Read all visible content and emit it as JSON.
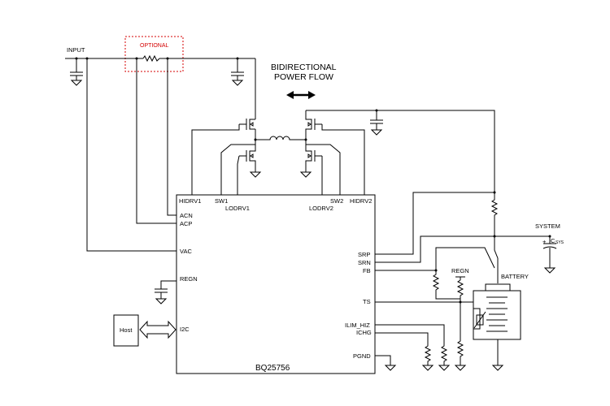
{
  "labels": {
    "input": "INPUT",
    "optional": "OPTIONAL",
    "power_flow_line1": "BIDIRECTIONAL",
    "power_flow_line2": "POWER FLOW",
    "system": "SYSTEM",
    "csys": "C",
    "csys_sub": "SYS",
    "battery": "BATTERY",
    "regn_ext": "REGN",
    "host": "Host",
    "chip_name": "BQ25756"
  },
  "pins": {
    "hidrv1": "HIDRV1",
    "sw1": "SW1",
    "lodrv1": "LODRV1",
    "lodrv2": "LODRV2",
    "sw2": "SW2",
    "hidrv2": "HIDRV2",
    "acn": "ACN",
    "acp": "ACP",
    "vac": "VAC",
    "regn": "REGN",
    "i2c": "I2C",
    "srp": "SRP",
    "srn": "SRN",
    "fb": "FB",
    "ts": "TS",
    "ilim_hiz": "ILIM_HIZ",
    "ichg": "ICHG",
    "pgnd": "PGND"
  },
  "colors": {
    "wire": "#000000",
    "optional_box": "#d40000"
  }
}
